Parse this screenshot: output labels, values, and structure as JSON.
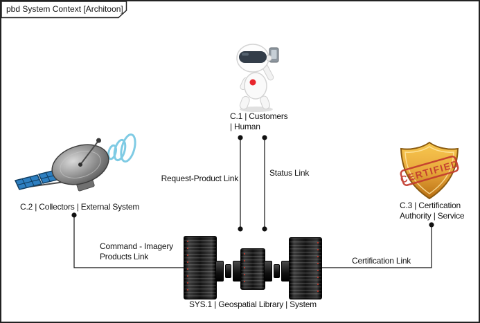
{
  "frame": {
    "title": "pbd System Context [Architoon]"
  },
  "nodes": {
    "customers": {
      "line1": "C.1 | Customers",
      "line2": "| Human"
    },
    "collectors": {
      "label": "C.2 | Collectors | External System"
    },
    "certification_authority": {
      "line1": "C.3 | Certification",
      "line2": "Authority | Service",
      "stamp_text": "CERTIFIED"
    },
    "geospatial_library": {
      "label": "SYS.1 | Geospatial Library | System"
    }
  },
  "links": {
    "request_product": {
      "label": "Request-Product Link"
    },
    "status": {
      "label": "Status Link"
    },
    "command_imagery": {
      "line1": "Command - Imagery",
      "line2": "Products Link"
    },
    "certification": {
      "label": "Certification Link"
    }
  },
  "colors": {
    "line": "#111111",
    "shield_gold": "#e9a93d",
    "stamp_red": "#c23b2e",
    "solar_panel_blue": "#2d7fc1",
    "signal_cyan": "#7fcbe4",
    "robot_accent_red": "#e8262d"
  }
}
